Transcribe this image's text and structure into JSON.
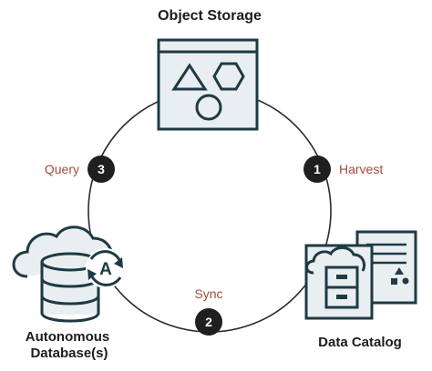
{
  "title": "Object Storage",
  "steps": [
    {
      "number": "1",
      "label": "Harvest"
    },
    {
      "number": "2",
      "label": "Sync"
    },
    {
      "number": "3",
      "label": "Query"
    }
  ],
  "nodes": {
    "autonomous_db": {
      "line1": "Autonomous",
      "line2": "Database(s)",
      "badge_letter": "A"
    },
    "data_catalog": {
      "label": "Data Catalog"
    }
  },
  "colors": {
    "ink": "#1e3a45",
    "fill": "#e9eef0",
    "badge": "#1f1f1f",
    "step_label": "#a34a3a",
    "ring": "#2b2b2b"
  }
}
